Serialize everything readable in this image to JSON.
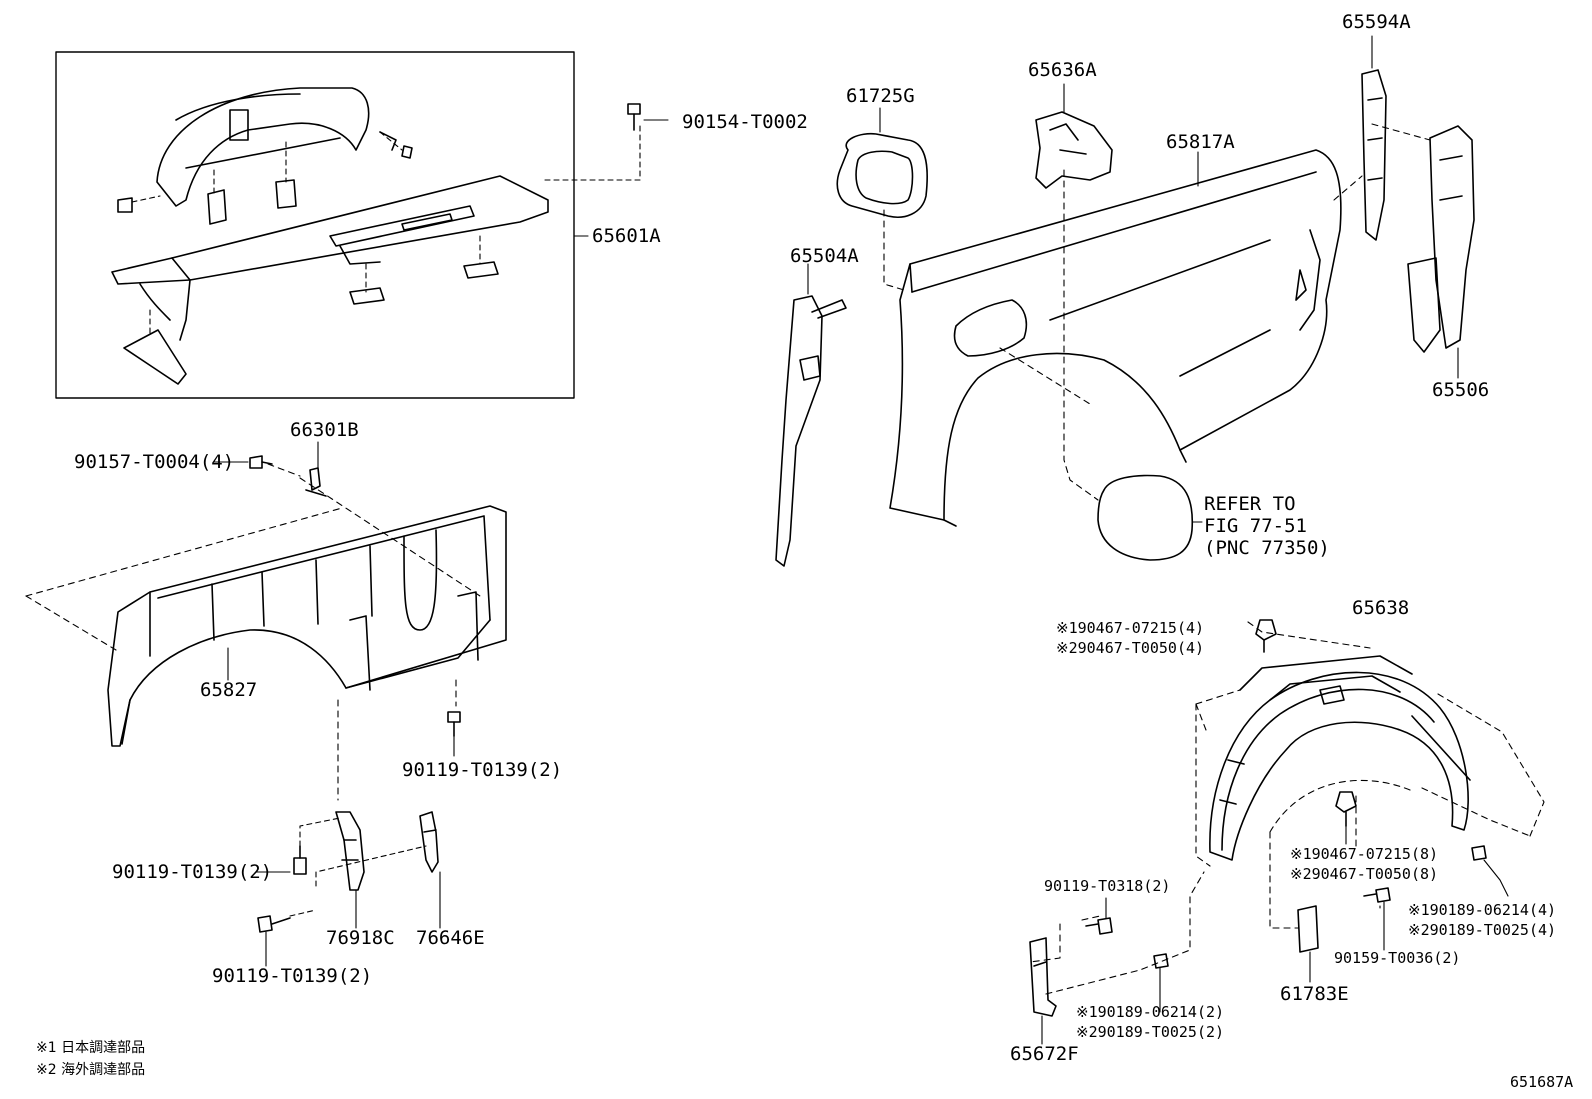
{
  "diagram_id": "651687A",
  "legend": [
    "※1 日本調達部品",
    "※2 海外調達部品"
  ],
  "labels": {
    "p_90154_T0002": "90154-T0002",
    "p_65601A": "65601A",
    "p_66301B": "66301B",
    "p_90157_T0004": "90157-T0004(4)",
    "p_65827": "65827",
    "p_90119_T0139_a": "90119-T0139(2)",
    "p_90119_T0139_b": "90119-T0139(2)",
    "p_90119_T0139_c": "90119-T0139(2)",
    "p_76918C": "76918C",
    "p_76646E": "76646E",
    "p_61725G": "61725G",
    "p_65636A": "65636A",
    "p_65594A": "65594A",
    "p_65817A": "65817A",
    "p_65504A": "65504A",
    "p_65506": "65506",
    "refer_line1": "REFER TO",
    "refer_line2": "FIG 77-51",
    "refer_line3": "(PNC 77350)",
    "p_65638": "65638",
    "clip_top_1": "※190467-07215(4)",
    "clip_top_2": "※290467-T0050(4)",
    "clip_mid_1": "※190467-07215(8)",
    "clip_mid_2": "※290467-T0050(8)",
    "p_90119_T0318": "90119-T0318(2)",
    "nut_r_1": "※190189-06214(4)",
    "nut_r_2": "※290189-T0025(4)",
    "p_90159_T0036": "90159-T0036(2)",
    "p_61783E": "61783E",
    "nut_b_1": "※190189-06214(2)",
    "nut_b_2": "※290189-T0025(2)",
    "p_65672F": "65672F"
  },
  "colors": {
    "line": "#000000",
    "background": "#ffffff"
  }
}
